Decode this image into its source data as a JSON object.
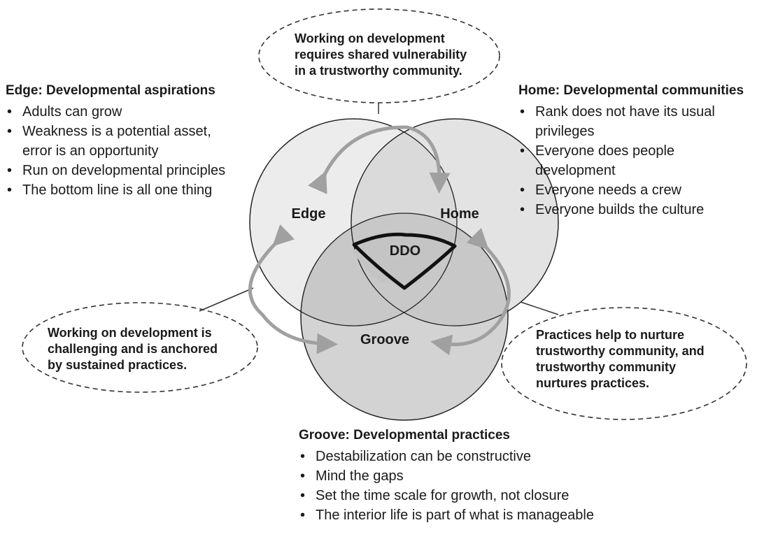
{
  "circles": {
    "edge": "Edge",
    "home": "Home",
    "groove": "Groove",
    "center": "DDO"
  },
  "bubbles": {
    "top": [
      "Working on development",
      "requires shared vulnerability",
      "in a trustworthy community."
    ],
    "left": [
      "Working on development is",
      "challenging and is anchored",
      "by sustained practices."
    ],
    "right": [
      "Practices help to nurture",
      "trustworthy community, and",
      "trustworthy community",
      "nurtures practices."
    ]
  },
  "edge_block": {
    "title": "Edge: Developmental aspirations",
    "items": [
      [
        "Adults can grow"
      ],
      [
        "Weakness is a potential asset,",
        "error is an opportunity"
      ],
      [
        "Run on developmental principles"
      ],
      [
        "The bottom line is all one thing"
      ]
    ]
  },
  "home_block": {
    "title": "Home: Developmental communities",
    "items": [
      [
        "Rank does not have its usual",
        "privileges"
      ],
      [
        "Everyone does people",
        "development"
      ],
      [
        "Everyone needs a crew"
      ],
      [
        "Everyone builds the culture"
      ]
    ]
  },
  "groove_block": {
    "title": "Groove: Developmental practices",
    "items": [
      [
        "Destabilization can be constructive"
      ],
      [
        "Mind the gaps"
      ],
      [
        "Set the time scale for growth, not closure"
      ],
      [
        "The interior life is part of what is manageable"
      ]
    ]
  },
  "colors": {
    "edge_fill": "#ececec",
    "home_fill": "#e3e3e3",
    "groove_fill": "#d3d3d3",
    "overlap_fill": "#c4c4c4",
    "arrow": "#a0a0a0",
    "stroke": "#222222"
  }
}
